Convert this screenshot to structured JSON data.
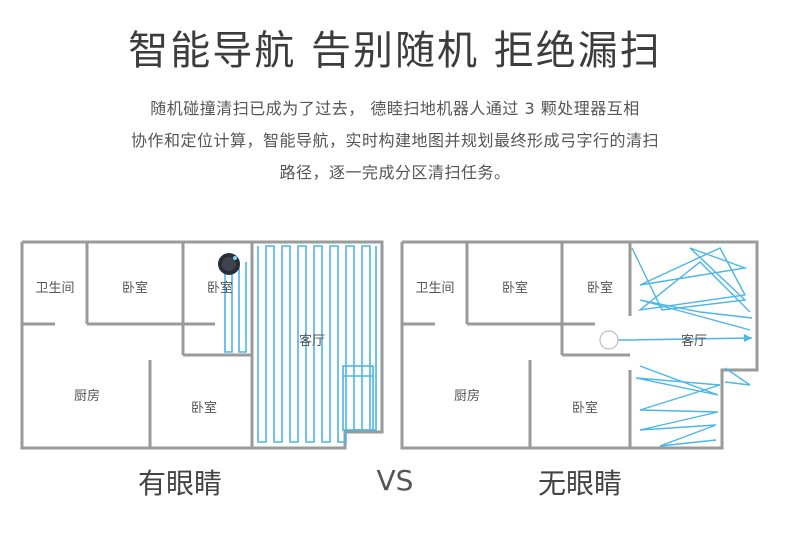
{
  "title": "智能导航 告别随机 拒绝漏扫",
  "description": {
    "line1": "随机碰撞清扫已成为了过去， 德睦扫地机器人通过 3 颗处理器互相",
    "line2": "协作和定位计算，智能导航，实时构建地图并规划最终形成弓字行的清扫",
    "line3": "路径，逐一完成分区清扫任务。"
  },
  "left_plan": {
    "caption": "有眼睛",
    "rooms": {
      "bathroom": "卫生间",
      "bedroom1": "卧室",
      "bedroom2": "卧室",
      "living": "客厅",
      "kitchen": "厨房",
      "bedroom3": "卧室"
    }
  },
  "right_plan": {
    "caption": "无眼睛",
    "rooms": {
      "bathroom": "卫生间",
      "bedroom1": "卧室",
      "bedroom2": "卧室",
      "living": "客厅",
      "kitchen": "厨房",
      "bedroom3": "卧室"
    }
  },
  "vs_label": "VS",
  "colors": {
    "wall": "#9a9a9a",
    "path": "#4cb6e6",
    "robot": "#2a2f36"
  }
}
